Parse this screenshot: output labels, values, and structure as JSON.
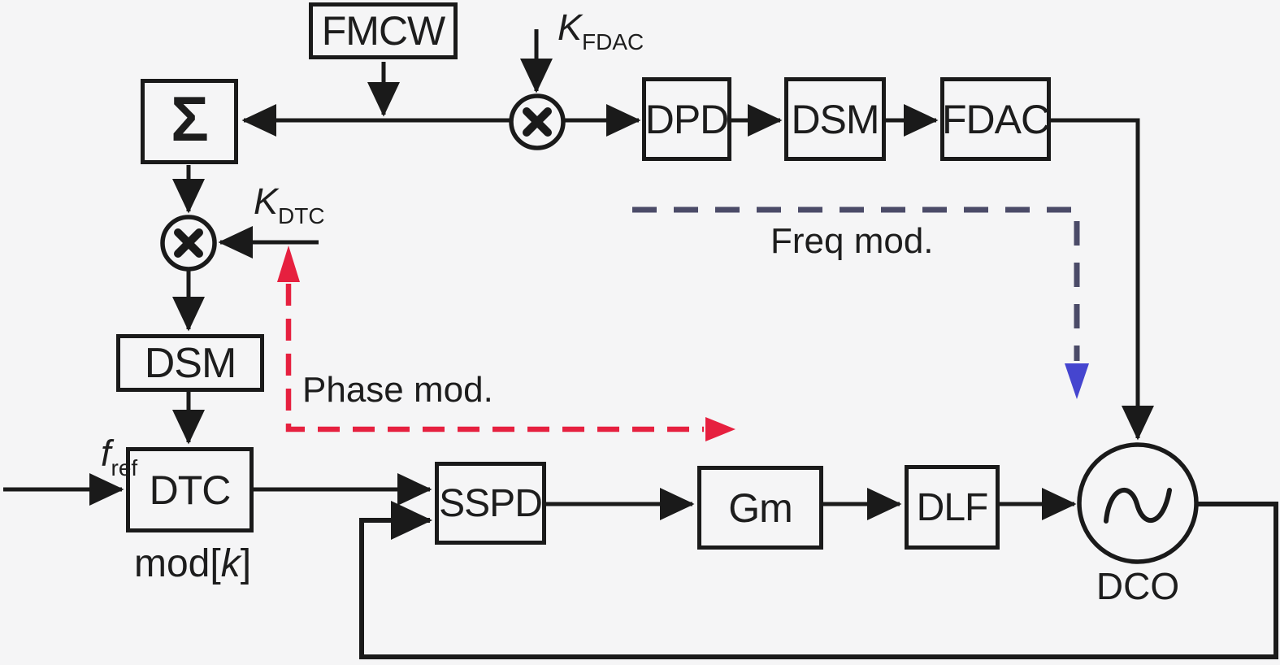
{
  "colors": {
    "bg": "#f5f5f6",
    "line": "#1a1a1a",
    "text": "#1d1d1d",
    "freq_mod_dash": "#4b4b68",
    "freq_mod_arrow": "#4545cf",
    "phase_mod": "#e6203f"
  },
  "blocks": {
    "fmcw": {
      "label": "FMCW"
    },
    "sigma": {
      "label": "Σ"
    },
    "dpd": {
      "label": "DPD"
    },
    "dsm_freq": {
      "label": "DSM"
    },
    "fdac": {
      "label": "FDAC"
    },
    "dsm_phase": {
      "label": "DSM"
    },
    "dtc": {
      "label": "DTC"
    },
    "sspd": {
      "label": "SSPD"
    },
    "gm": {
      "label": "Gm"
    },
    "dlf": {
      "label": "DLF"
    }
  },
  "labels": {
    "k_fdac": {
      "main": "K",
      "sub": "FDAC"
    },
    "k_dtc": {
      "main": "K",
      "sub": "DTC"
    },
    "f_ref": {
      "main": "f",
      "sub": "ref"
    },
    "mod_k": {
      "pre": "mod[",
      "var": "k",
      "post": "]"
    },
    "freq_mod": "Freq mod.",
    "phase_mod": "Phase mod.",
    "dco": "DCO"
  },
  "icons": {
    "multiplier": "multiply-cross",
    "oscillator": "sine-wave"
  }
}
